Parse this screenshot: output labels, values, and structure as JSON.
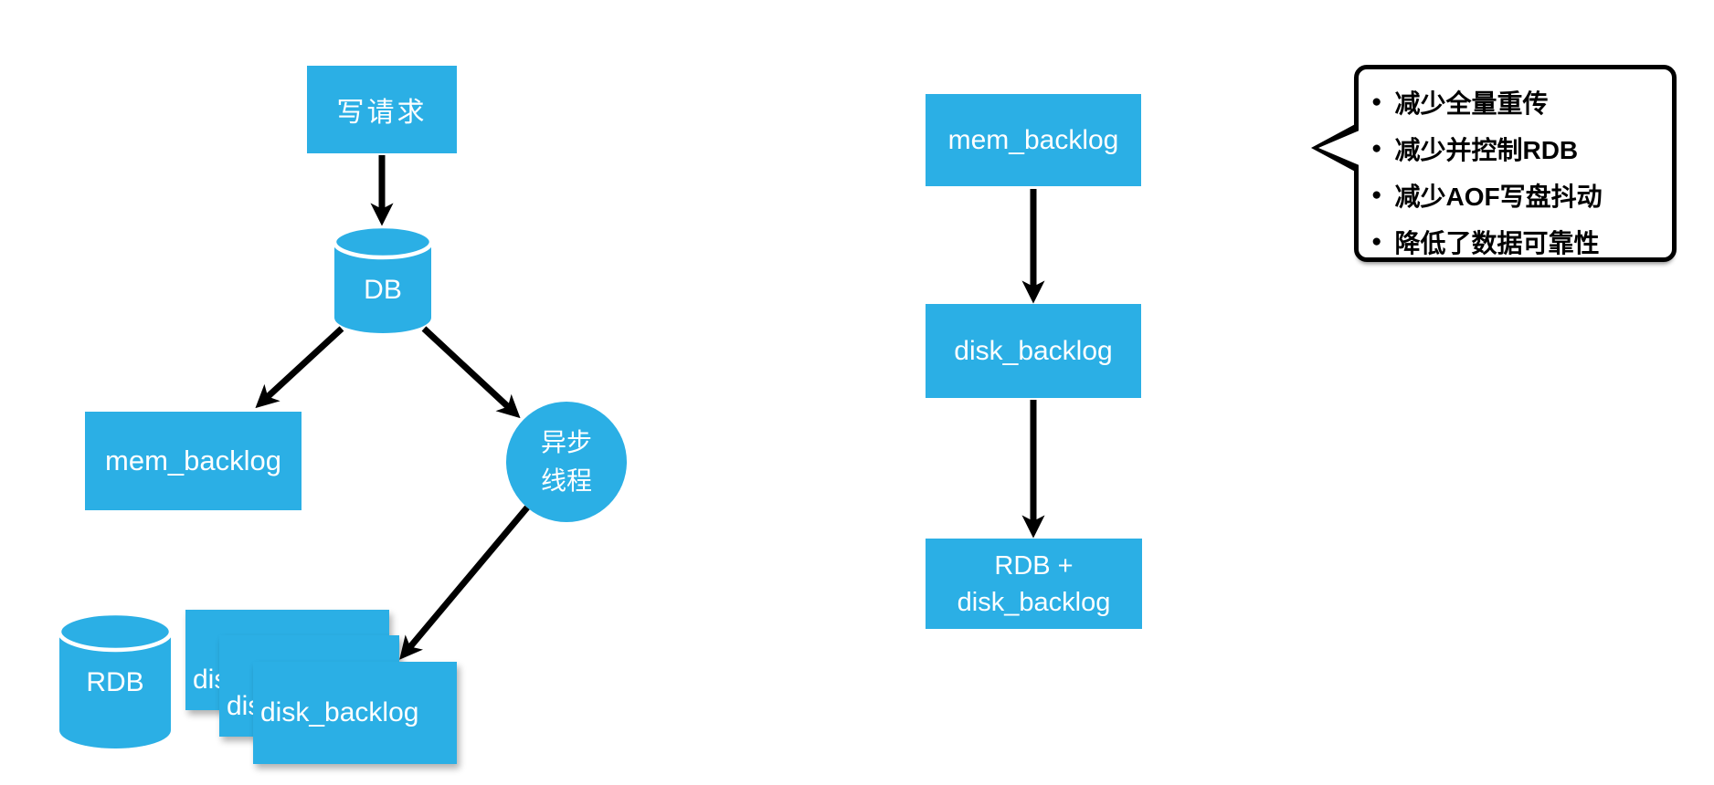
{
  "colors": {
    "node_fill": "#2BAFE5",
    "node_text": "#FFFFFF",
    "arrow": "#000000",
    "callout_border": "#000000",
    "callout_text": "#000000",
    "background": "#FFFFFF"
  },
  "left_flow": {
    "write_request": "写请求",
    "db": "DB",
    "mem_backlog": "mem_backlog",
    "async_thread_line1": "异步",
    "async_thread_line2": "线程",
    "rdb": "RDB",
    "disk_backlog_stack": [
      "disk_backlog",
      "disk_backlog",
      "disk_backlog"
    ]
  },
  "right_flow": {
    "mem_backlog": "mem_backlog",
    "disk_backlog": "disk_backlog",
    "rdb_plus_line1": "RDB +",
    "rdb_plus_line2": "disk_backlog"
  },
  "callout": {
    "items": [
      "减少全量重传",
      "减少并控制RDB",
      "减少AOF写盘抖动",
      "降低了数据可靠性"
    ]
  }
}
